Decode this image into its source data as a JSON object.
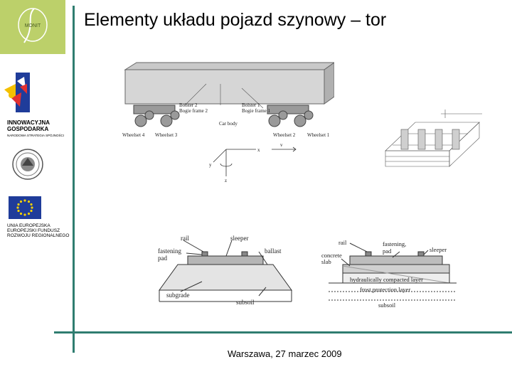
{
  "slide": {
    "title": "Elementy układu pojazd szynowy – tor",
    "footer": "Warszawa, 27 marzec 2009"
  },
  "sidebar": {
    "monit_logo": "MONIT",
    "ig_logo_line1": "INNOWACYJNA",
    "ig_logo_line2": "GOSPODARKA",
    "ig_logo_line3": "NARODOWA STRATEGIA SPÓJNOŚCI",
    "eu_logo_line1": "UNIA EUROPEJSKA",
    "eu_logo_line2": "EUROPEJSKI FUNDUSZ",
    "eu_logo_line3": "ROZWOJU REGIONALNEGO"
  },
  "figure_vehicle": {
    "label_bolster2": "Bolster 2",
    "label_bogie_frame2": "Bogie frame 2",
    "label_bolster1": "Bolster 1",
    "label_bogie_frame1": "Bogie frame 1",
    "label_car_body": "Car body",
    "label_wheelset4": "Wheelset 4",
    "label_wheelset3": "Wheelset 3",
    "label_wheelset2": "Wheelset 2",
    "label_wheelset1": "Wheelset 1",
    "axis_x": "x",
    "axis_y": "y",
    "axis_z": "z",
    "label_v": "v"
  },
  "figure_ballast": {
    "label_rail": "rail",
    "label_sleeper": "sleeper",
    "label_fastening": "fastening",
    "label_pad": "pad",
    "label_ballast": "ballast",
    "label_subgrade": "subgrade",
    "label_subsoil": "subsoil"
  },
  "figure_slab": {
    "label_rail": "rail",
    "label_fastening": "fastening,",
    "label_pad": "pad",
    "label_concrete": "concrete",
    "label_slab": "slab",
    "label_sleeper": "sleeper",
    "label_hcl": "hydraulically compacted layer",
    "label_fpl": "frost protection layer",
    "label_subsoil": "subsoil"
  },
  "colors": {
    "accent_green": "#2f7d70",
    "logo_green": "#bcd06a",
    "eu_blue": "#1f3c9a",
    "eu_star": "#f4d000"
  }
}
